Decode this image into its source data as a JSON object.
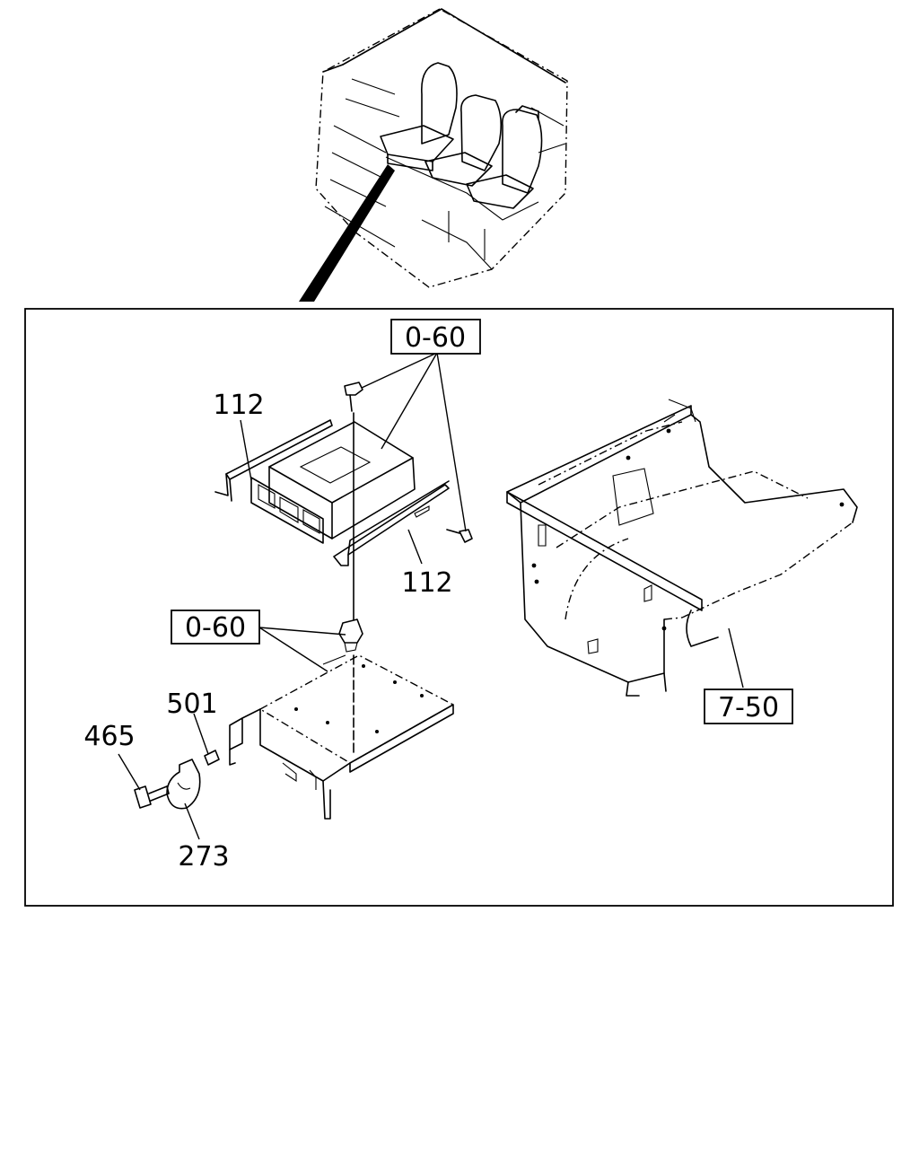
{
  "diagram": {
    "labels": {
      "bracket_left": "112",
      "bracket_right": "112",
      "ref_top": "0-60",
      "ref_middle": "0-60",
      "ref_frame": "7-50",
      "clip": "501",
      "bolt": "465",
      "clamp": "273"
    }
  }
}
